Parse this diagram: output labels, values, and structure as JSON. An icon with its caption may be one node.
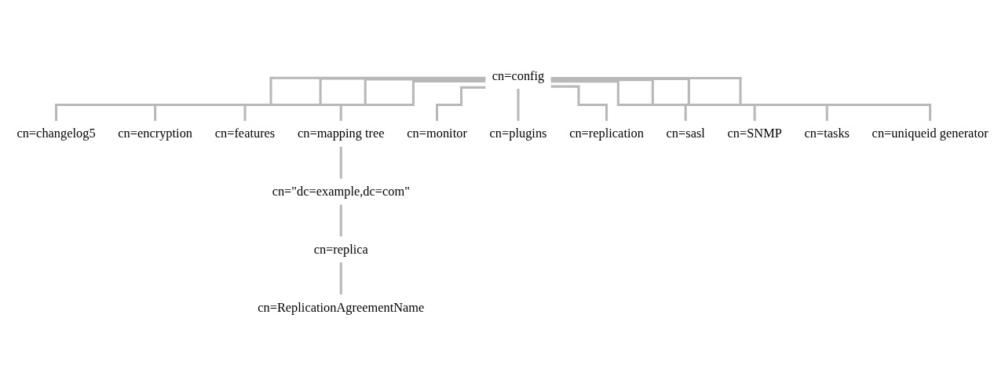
{
  "diagram": {
    "nodes": [
      {
        "text": [
          "cn=config"
        ]
      },
      {
        "text": [
          "cn=changelog5"
        ]
      },
      {
        "text": [
          "cn=encryption"
        ]
      },
      {
        "text": [
          "cn=features"
        ]
      },
      {
        "text": [
          "cn=mapping tree"
        ]
      },
      {
        "text": [
          "cn=\"dc=example,dc=com\""
        ]
      },
      {
        "text": [
          "cn=replica"
        ]
      },
      {
        "text": [
          "cn=ReplicationAgreementName"
        ]
      },
      {
        "text": [
          "cn=monitor"
        ]
      },
      {
        "text": [
          "cn=plugins"
        ]
      },
      {
        "text": [
          "cn=replication"
        ]
      },
      {
        "text": [
          "cn=sasl"
        ]
      },
      {
        "text": [
          "cn=SNMP"
        ]
      },
      {
        "text": [
          "cn=tasks"
        ]
      },
      {
        "text": [
          "cn=uniqueid generator"
        ]
      }
    ],
    "edges": [
      {
        "from": 0,
        "to": 1,
        "arrow": "none"
      },
      {
        "from": 0,
        "to": 2,
        "arrow": "none"
      },
      {
        "from": 0,
        "to": 3,
        "arrow": "none"
      },
      {
        "from": 0,
        "to": 4,
        "arrow": "none"
      },
      {
        "from": 0,
        "to": 8,
        "arrow": "none"
      },
      {
        "from": 0,
        "to": 9,
        "arrow": "none"
      },
      {
        "from": 0,
        "to": 10,
        "arrow": "none"
      },
      {
        "from": 0,
        "to": 11,
        "arrow": "none"
      },
      {
        "from": 0,
        "to": 12,
        "arrow": "none"
      },
      {
        "from": 0,
        "to": 13,
        "arrow": "none"
      },
      {
        "from": 0,
        "to": 14,
        "arrow": "none"
      },
      {
        "from": 4,
        "to": 5,
        "arrow": "none"
      },
      {
        "from": 5,
        "to": 6,
        "arrow": "none"
      },
      {
        "from": 6,
        "to": 7,
        "arrow": "none"
      }
    ]
  }
}
